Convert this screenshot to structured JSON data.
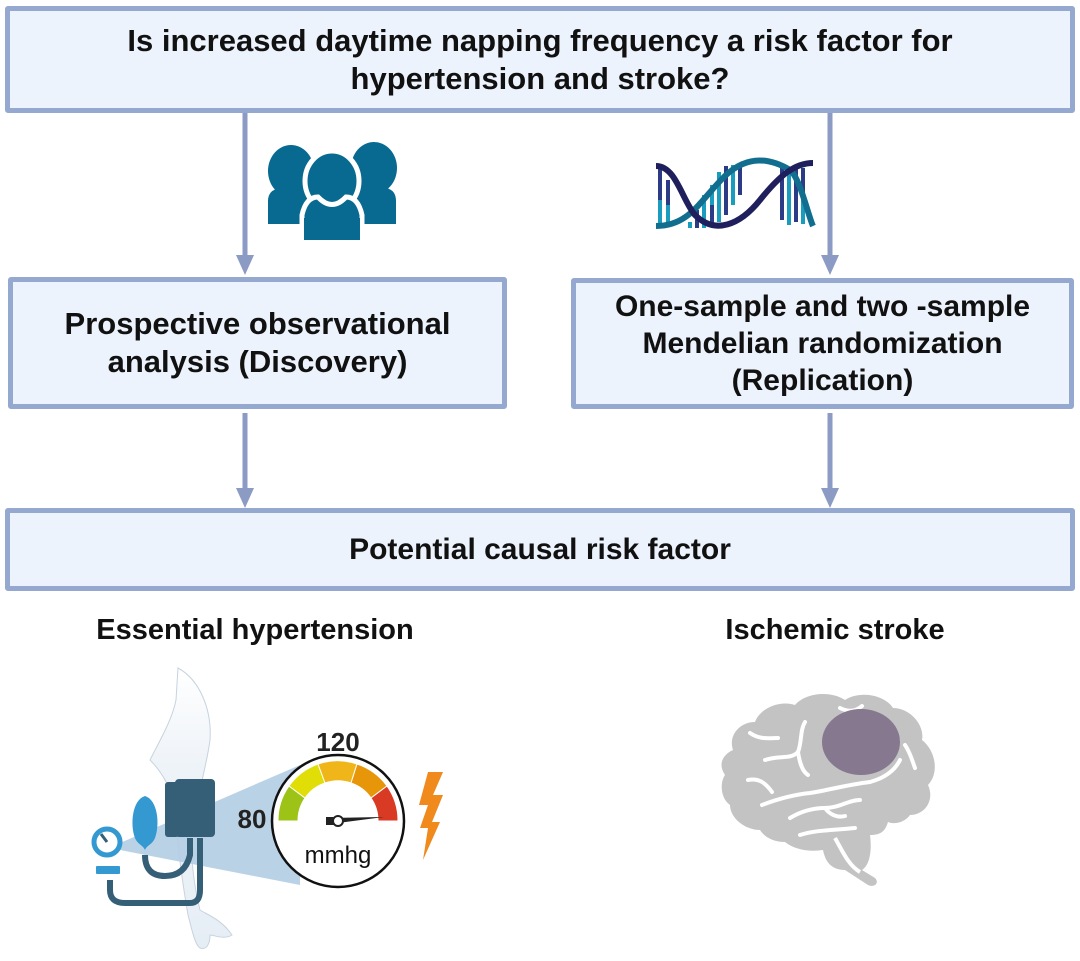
{
  "question_box": {
    "line1": "Is increased daytime napping frequency a risk factor for",
    "line2": "hypertension and stroke?"
  },
  "discovery_box": {
    "line1": "Prospective observational",
    "line2": "analysis (Discovery)"
  },
  "replication_box": {
    "line1": "One-sample and two -sample",
    "line2": "Mendelian randomization",
    "line3": "(Replication)"
  },
  "result_box": {
    "label": "Potential causal risk factor"
  },
  "outcomes": [
    {
      "label": "Essential hypertension",
      "icon": "blood-pressure-monitor-icon"
    },
    {
      "label": "Ischemic stroke",
      "icon": "brain-lesion-icon"
    }
  ],
  "gauge": {
    "low_label": "80",
    "high_label": "120",
    "unit_label": "mmhg"
  },
  "icons": {
    "cohort": "people-group-icon",
    "genetics": "dna-helix-icon",
    "alert": "lightning-bolt-icon"
  },
  "colors": {
    "box_fill": "#edf3fc",
    "box_border": "#94a8d0",
    "arrow": "#8c9bc4",
    "people": "#086a91",
    "dna_dark": "#1e1f5c",
    "dna_light": "#1a9cbf",
    "cuff": "#355e77",
    "bulb": "#3399d0",
    "brain": "#c3c3c3",
    "lesion": "#86788e",
    "bolt": "#f08a1c"
  }
}
